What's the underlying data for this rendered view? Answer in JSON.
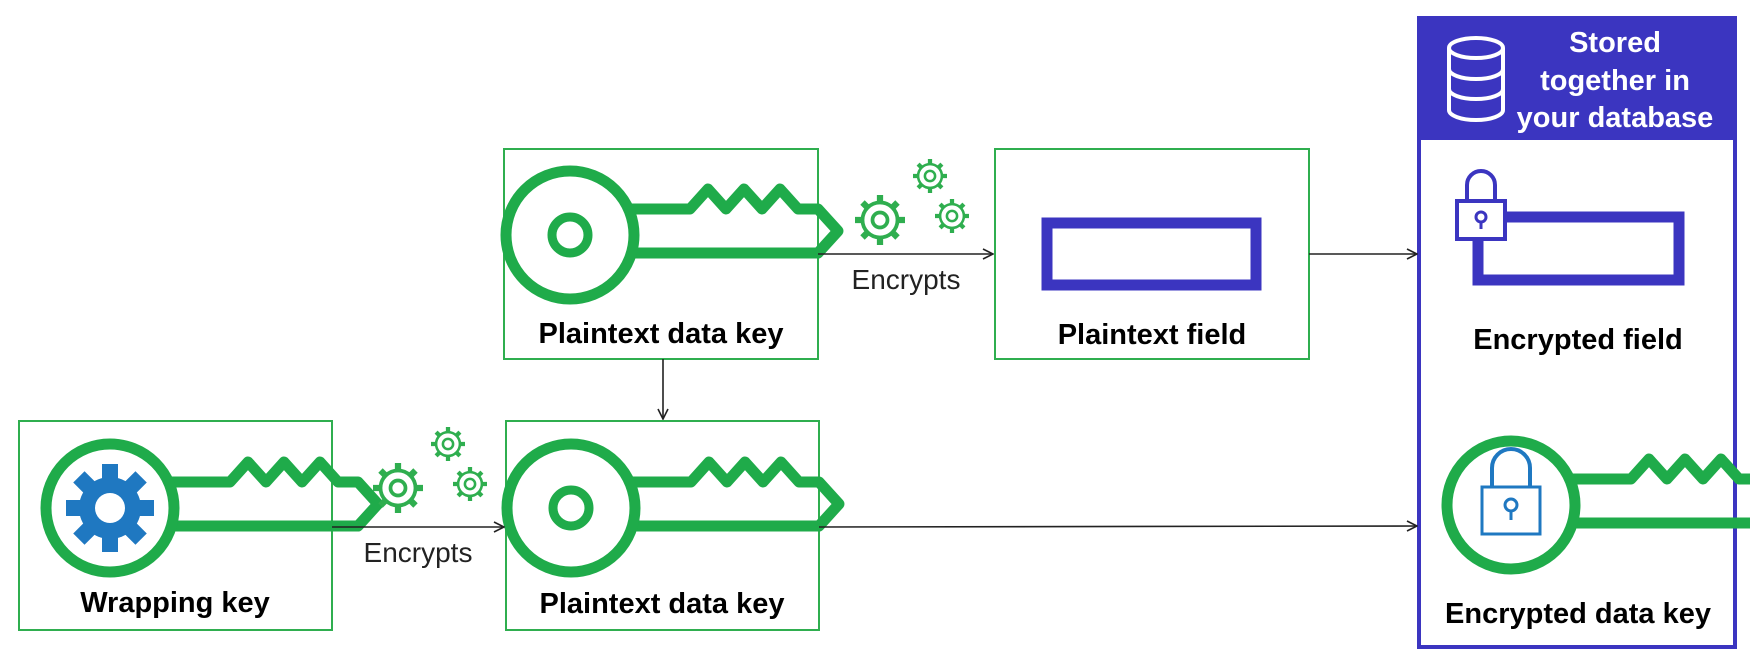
{
  "header": {
    "line1": "Stored",
    "line2": "together in",
    "line3": "your database"
  },
  "nodes": {
    "plaintext_data_key_top": "Plaintext data key",
    "plaintext_field": "Plaintext field",
    "wrapping_key": "Wrapping key",
    "plaintext_data_key_bottom": "Plaintext data key",
    "encrypted_field": "Encrypted field",
    "encrypted_data_key": "Encrypted data key"
  },
  "edges": {
    "encrypts_top": "Encrypts",
    "encrypts_bottom": "Encrypts"
  },
  "colors": {
    "key_green": "#1fab4a",
    "box_border_green": "#2fae4f",
    "database_indigo": "#3b35c0",
    "gear_blue": "#1f78c1",
    "lock_blue": "#1f78c1"
  },
  "icons": [
    "key-icon",
    "gears-icon",
    "database-icon",
    "lock-icon",
    "gear-icon",
    "field-icon"
  ]
}
